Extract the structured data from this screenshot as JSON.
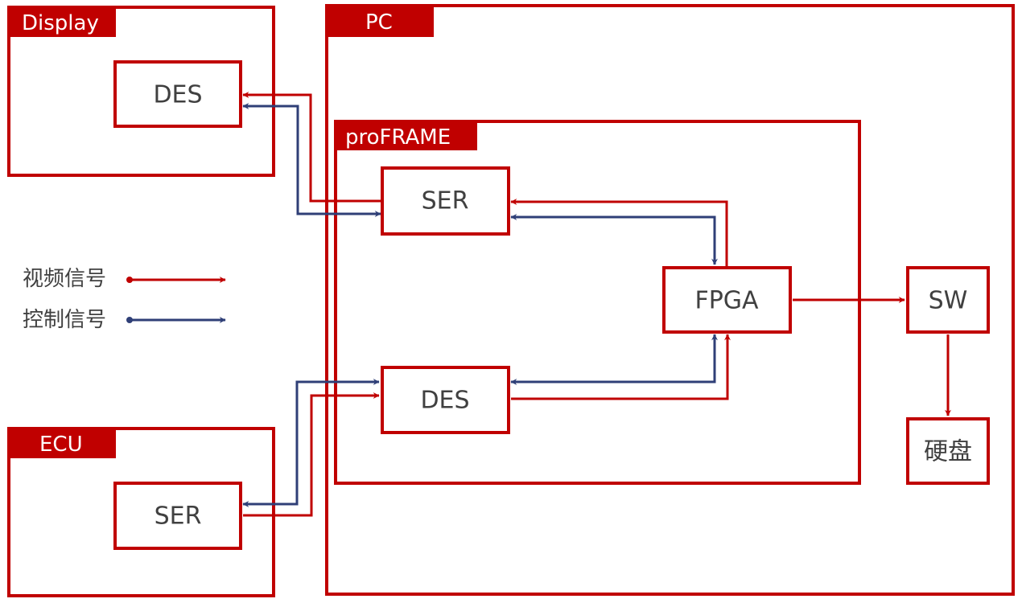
{
  "diagram": {
    "colors": {
      "frame": "#c00000",
      "video_signal": "#c00000",
      "control_signal": "#2f3f77",
      "node_text": "#404040",
      "tab_text": "#ffffff"
    },
    "containers": {
      "display": {
        "label": "Display"
      },
      "pc": {
        "label": "PC"
      },
      "proframe": {
        "label": "proFRAME"
      },
      "ecu": {
        "label": "ECU"
      }
    },
    "nodes": {
      "display_des": {
        "label": "DES"
      },
      "proframe_ser": {
        "label": "SER"
      },
      "proframe_des": {
        "label": "DES"
      },
      "fpga": {
        "label": "FPGA"
      },
      "sw": {
        "label": "SW"
      },
      "disk": {
        "label": "硬盘"
      },
      "ecu_ser": {
        "label": "SER"
      }
    },
    "legend": [
      {
        "label": "视频信号",
        "signal": "video"
      },
      {
        "label": "控制信号",
        "signal": "control"
      }
    ],
    "edges": [
      {
        "from": "proframe_ser",
        "to": "display_des",
        "signal": "video"
      },
      {
        "from": "display_des",
        "to": "proframe_ser",
        "signal": "control",
        "bidirectional": true
      },
      {
        "from": "fpga",
        "to": "proframe_ser",
        "signal": "video"
      },
      {
        "from": "fpga",
        "to": "proframe_ser",
        "signal": "control",
        "bidirectional": true
      },
      {
        "from": "ecu_ser",
        "to": "proframe_des",
        "signal": "video"
      },
      {
        "from": "proframe_des",
        "to": "ecu_ser",
        "signal": "control",
        "bidirectional": true
      },
      {
        "from": "proframe_des",
        "to": "fpga",
        "signal": "video"
      },
      {
        "from": "proframe_des",
        "to": "fpga",
        "signal": "control",
        "bidirectional": true
      },
      {
        "from": "fpga",
        "to": "sw",
        "signal": "video"
      },
      {
        "from": "sw",
        "to": "disk",
        "signal": "video"
      }
    ]
  }
}
